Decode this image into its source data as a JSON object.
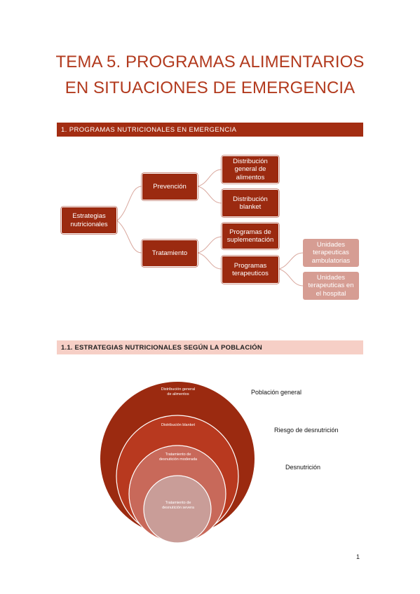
{
  "title": {
    "line1": "TEMA 5. PROGRAMAS ALIMENTARIOS",
    "line2": "EN SITUACIONES DE EMERGENCIA"
  },
  "section1": {
    "heading": "1. PROGRAMAS NUTRICIONALES EN EMERGENCIA",
    "diagram": {
      "root": "Estrategias nutricionales",
      "prevencion": "Prevención",
      "tratamiento": "Tratamiento",
      "distribucion_general": "Distribución general de alimentos",
      "distribucion_blanket": "Distribución blanket",
      "programas_suplementacion": "Programas de suplementación",
      "programas_terapeuticos": "Programas terapeuticos",
      "unidades_ambulatorias": "Unidades terapeuticas ambulatorias",
      "unidades_hospital": "Unidades terapeuticas en el hospital"
    }
  },
  "section2": {
    "heading": "1.1. ESTRATEGIAS NUTRICIONALES SEGÚN LA POBLACIÓN",
    "circles": {
      "c1": "Distribución general de alimentos",
      "c2": "Distribución blanket",
      "c3": "Tratamiento de desnutición moderada",
      "c4": "Tratamiento de desnutición severa"
    },
    "labels": {
      "general": "Población general",
      "riesgo": "Riesgo de desnutrición",
      "desnutricion": "Desnutrición"
    },
    "colors": {
      "ring1": "#9b2a10",
      "ring2": "#b8391f",
      "ring3": "#c8695a",
      "ring4": "#c99d98"
    }
  },
  "page_number": "1"
}
